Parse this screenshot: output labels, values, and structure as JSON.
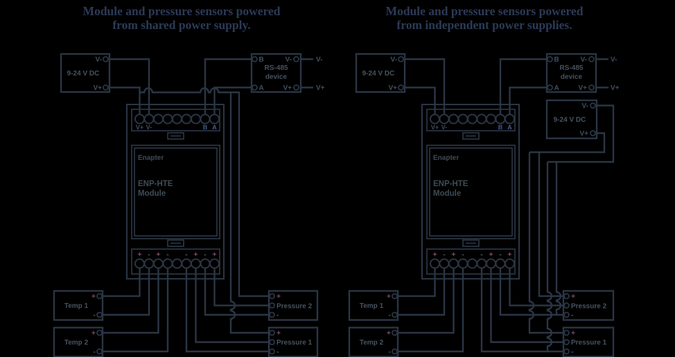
{
  "colors": {
    "bg": "#000000",
    "wire": "#2b3645",
    "title": "#2c3a57",
    "label": "#46535f",
    "vlabel": "#3f4e5e",
    "plus": "#7a4e68",
    "minus": "#515e6a",
    "b_label": "#3d5c91",
    "a_label": "#51598a",
    "brand": "#3e4c55"
  },
  "titles": {
    "left_line1": "Module and pressure sensors powered",
    "left_line2": "from shared power supply.",
    "right_line1": "Module and pressure sensors powered",
    "right_line2": "from independent power supplies."
  },
  "labels": {
    "psu": "9-24 V DC",
    "rs485_line1": "RS-485",
    "rs485_line2": "device",
    "v_plus": "V+",
    "v_minus": "V-",
    "b": "B",
    "a": "A",
    "plus": "+",
    "minus": "-",
    "brand": "Enapter",
    "module_line1": "ENP-HTE",
    "module_line2": "Module",
    "temp1": "Temp 1",
    "temp2": "Temp 2",
    "pressure1": "Pressure 1",
    "pressure2": "Pressure 2"
  }
}
